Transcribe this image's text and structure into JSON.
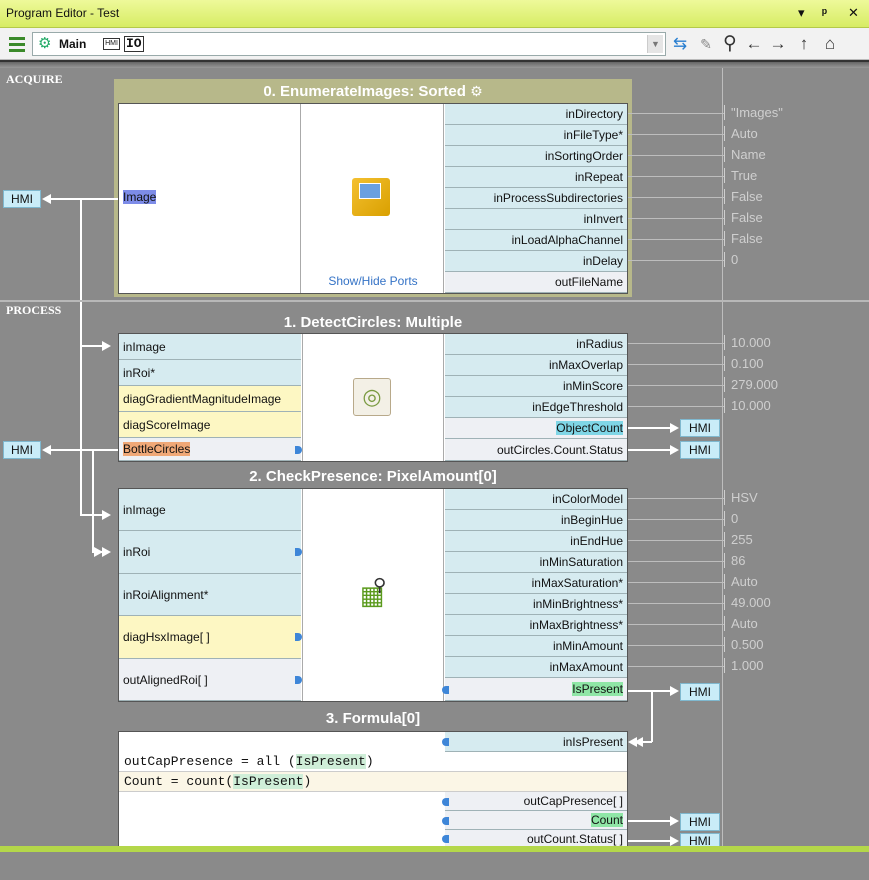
{
  "window": {
    "title": "Program Editor - Test",
    "controls": [
      "▾",
      "ᵖ",
      "✕"
    ]
  },
  "toolbar": {
    "tab_main": "Main",
    "tab_hmi": "HMI",
    "tab_io": "IO"
  },
  "sections": {
    "acquire": "ACQUIRE",
    "process": "PROCESS"
  },
  "hmi_label": "HMI",
  "filters": [
    {
      "title": "0. EnumerateImages: Sorted",
      "outputs_left": [
        "Image"
      ],
      "show_hide": "Show/Hide Ports",
      "inputs": [
        "inDirectory",
        "inFileType*",
        "inSortingOrder",
        "inRepeat",
        "inProcessSubdirectories",
        "inInvert",
        "inLoadAlphaChannel",
        "inDelay",
        "outFileName"
      ],
      "values": [
        "\"Images\"",
        "Auto",
        "Name",
        "True",
        "False",
        "False",
        "False",
        "0",
        ""
      ]
    },
    {
      "title": "1. DetectCircles: Multiple",
      "left": [
        "inImage",
        "inRoi*",
        "diagGradientMagnitudeImage",
        "diagScoreImage",
        "BottleCircles"
      ],
      "inputs": [
        "inRadius",
        "inMaxOverlap",
        "inMinScore",
        "inEdgeThreshold",
        "ObjectCount",
        "outCircles.Count.Status"
      ],
      "values": [
        "10.000",
        "0.100",
        "279.000",
        "10.000",
        "",
        ""
      ]
    },
    {
      "title": "2. CheckPresence: PixelAmount[0]",
      "left": [
        "inImage",
        "inRoi",
        "inRoiAlignment*",
        "diagHsxImage[ ]",
        "outAlignedRoi[ ]"
      ],
      "inputs": [
        "inColorModel",
        "inBeginHue",
        "inEndHue",
        "inMinSaturation",
        "inMaxSaturation*",
        "inMinBrightness*",
        "inMaxBrightness*",
        "inMinAmount",
        "inMaxAmount",
        "IsPresent"
      ],
      "values": [
        "HSV",
        "0",
        "255",
        "86",
        "Auto",
        "49.000",
        "Auto",
        "0.500",
        "1.000",
        ""
      ]
    },
    {
      "title": "3. Formula[0]",
      "input": "inIsPresent",
      "formula_1_prefix": "outCapPresence = all (",
      "formula_1_var": "IsPresent",
      "formula_1_suffix": ")",
      "formula_2_prefix": "Count = count(",
      "formula_2_var": "IsPresent",
      "formula_2_suffix": ")",
      "outputs": [
        "outCapPresence[ ]",
        "Count",
        "outCount.Status[ ]"
      ]
    }
  ],
  "colors": {
    "title_bar": "#d7ec64",
    "canvas": "#8a8a8a",
    "filter_header": "#8a8a8a",
    "input_port": "#d6ebf0"
  }
}
